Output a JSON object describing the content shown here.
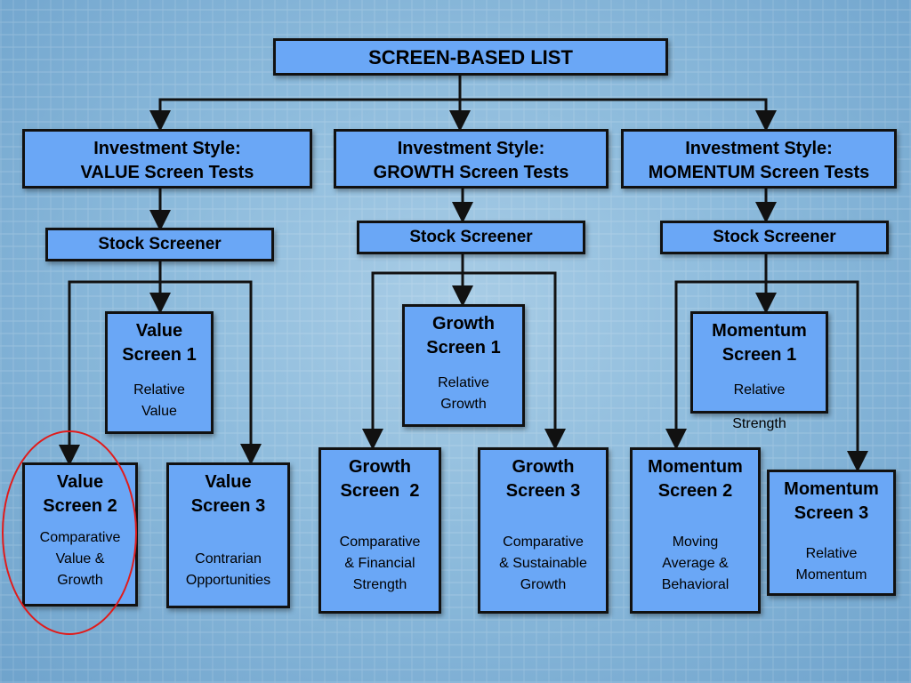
{
  "root": {
    "label": "SCREEN-BASED LIST"
  },
  "styles": [
    {
      "line1": "Investment Style:",
      "line2": "VALUE Screen Tests"
    },
    {
      "line1": "Investment Style:",
      "line2": "GROWTH Screen Tests"
    },
    {
      "line1": "Investment Style:",
      "line2": "MOMENTUM Screen Tests"
    }
  ],
  "screener_label": "Stock Screener",
  "value": {
    "s1": {
      "line1": "Value",
      "line2": "Screen 1",
      "desc1": "Relative",
      "desc2": "Value"
    },
    "s2": {
      "line1": "Value",
      "line2": "Screen 2",
      "desc1": "Comparative",
      "desc2": "Value &",
      "desc3": "Growth"
    },
    "s3": {
      "line1": "Value",
      "line2": "Screen 3",
      "desc1": "Contrarian",
      "desc2": "Opportunities"
    }
  },
  "growth": {
    "s1": {
      "line1": "Growth",
      "line2": "Screen 1",
      "desc1": "Relative",
      "desc2": "Growth"
    },
    "s2": {
      "line1": "Growth",
      "line2": "Screen  2",
      "desc1": "Comparative",
      "desc2": "& Financial",
      "desc3": "Strength"
    },
    "s3": {
      "line1": "Growth",
      "line2": "Screen 3",
      "desc1": "Comparative",
      "desc2": "& Sustainable",
      "desc3": "Growth"
    }
  },
  "momentum": {
    "s1": {
      "line1": "Momentum",
      "line2": "Screen 1",
      "desc1": "Relative",
      "desc2": "Strength"
    },
    "s2": {
      "line1": "Momentum",
      "line2": "Screen 2",
      "desc1": "Moving",
      "desc2": "Average &",
      "desc3": "Behavioral"
    },
    "s3": {
      "line1": "Momentum",
      "line2": "Screen 3",
      "desc1": "Relative",
      "desc2": "Momentum"
    }
  },
  "colors": {
    "box_fill": "#6aa7f6",
    "line": "#111111",
    "highlight": "#e01b1b"
  }
}
